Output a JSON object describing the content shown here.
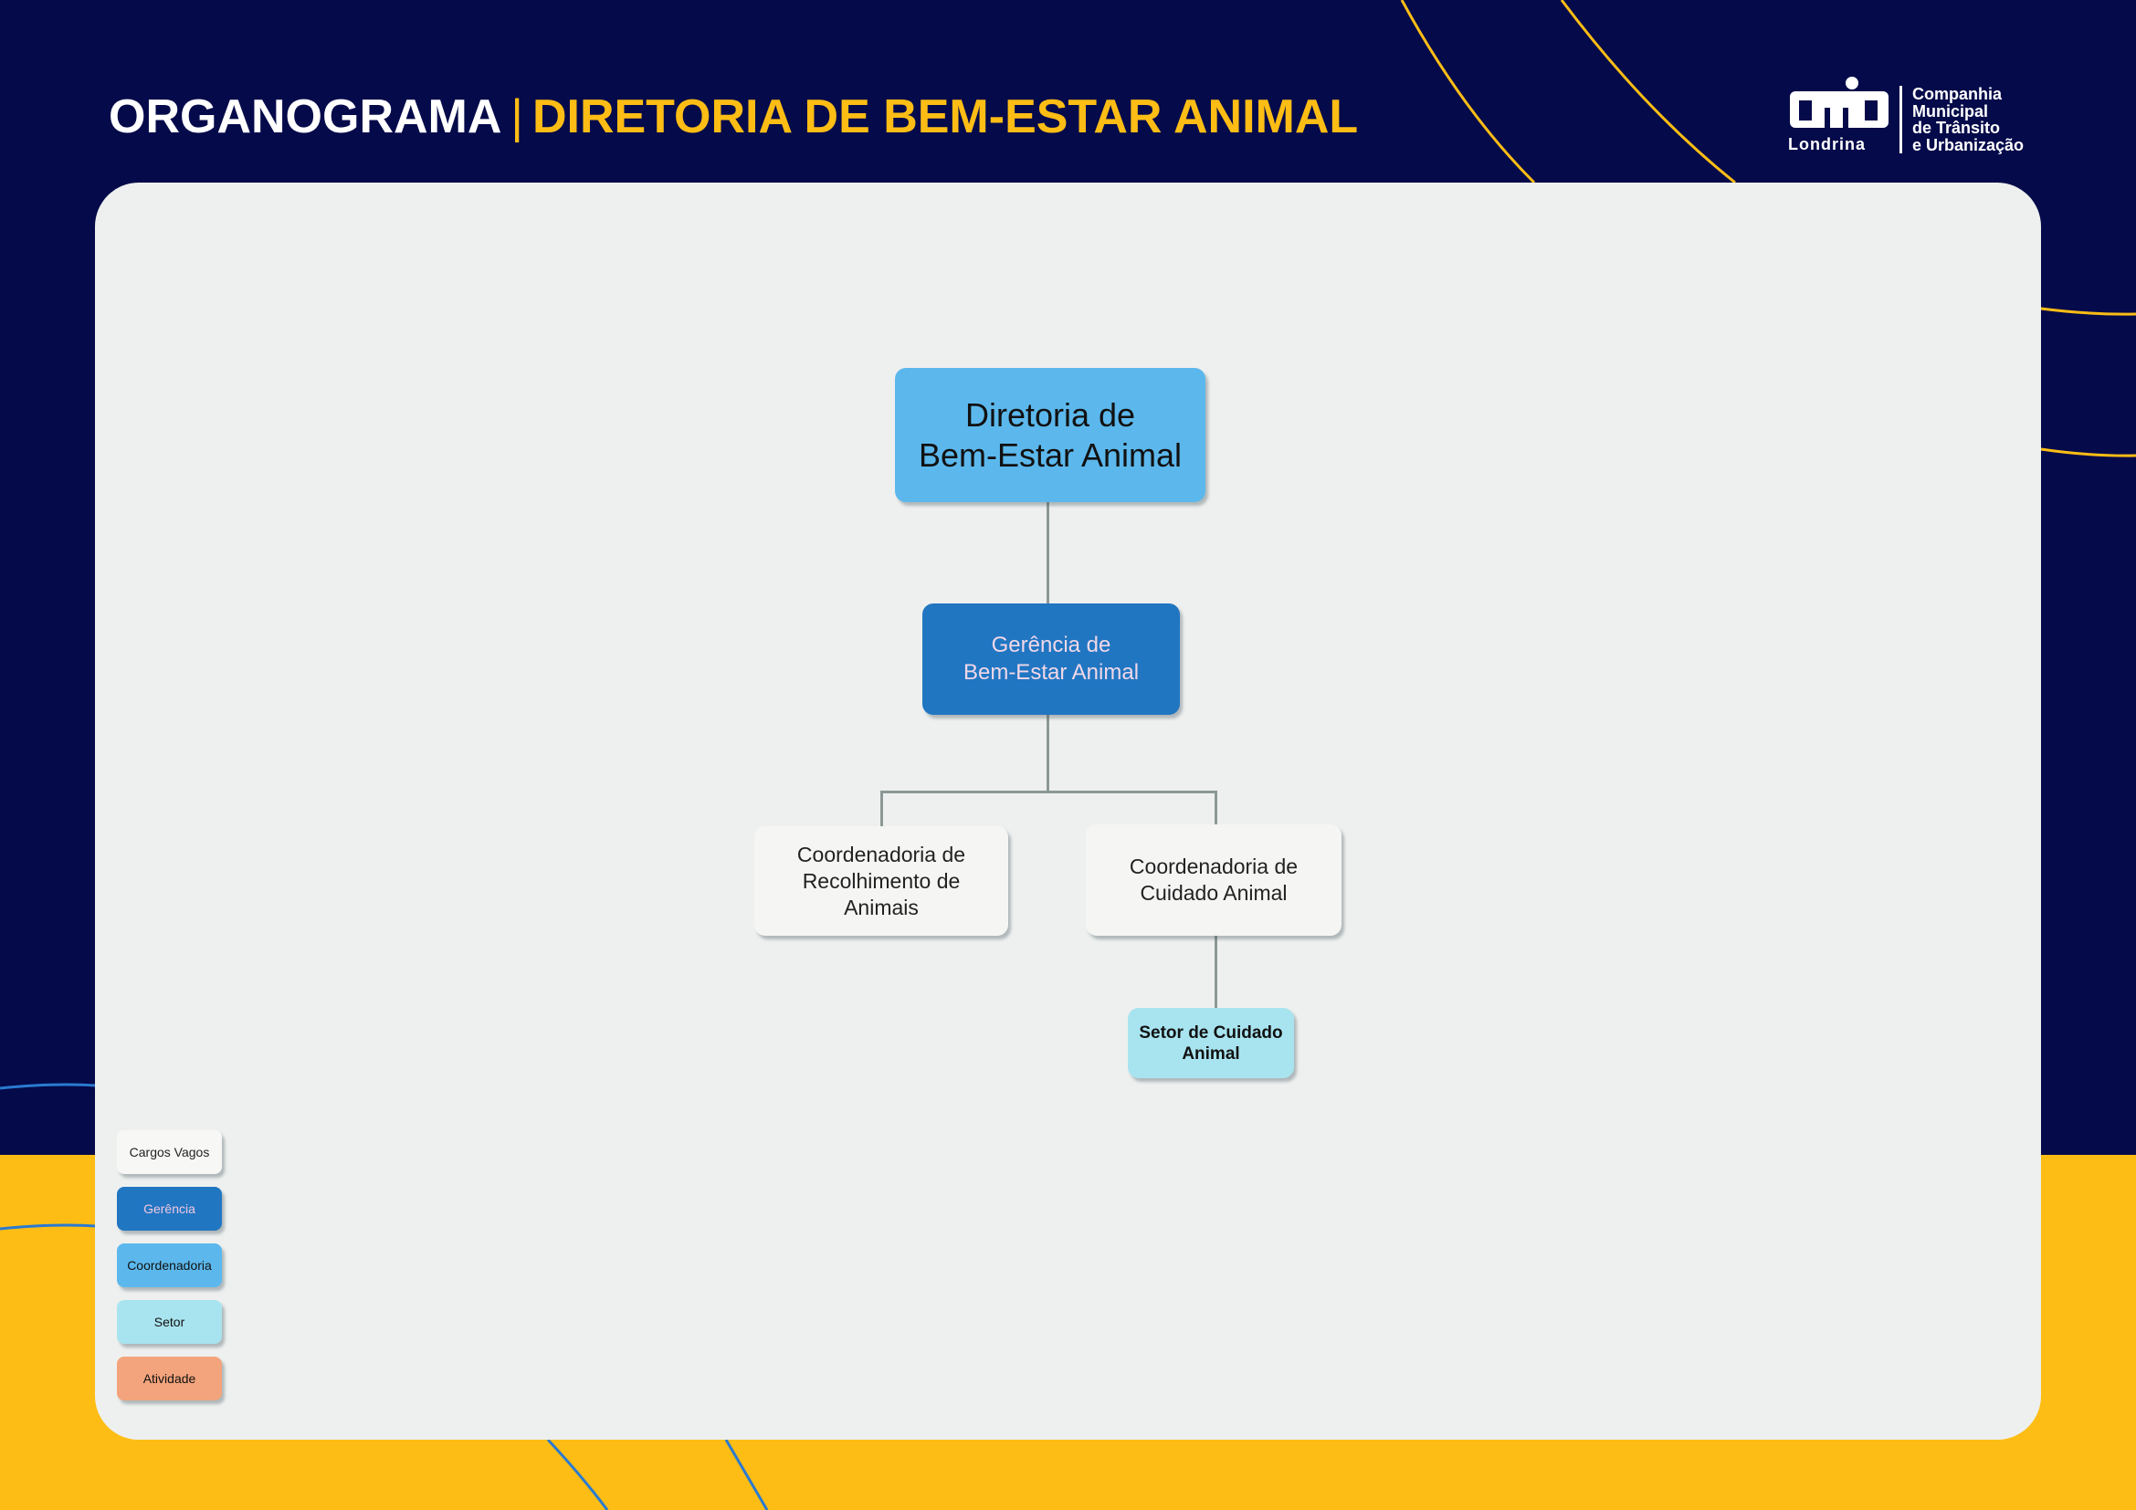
{
  "header": {
    "title_prefix": "ORGANOGRAMA",
    "separator": "|",
    "title_main": "DIRETORIA DE BEM-ESTAR ANIMAL"
  },
  "logo": {
    "lines": [
      "Companhia",
      "Municipal",
      "de Trânsito",
      "e Urbanização"
    ],
    "city": "Londrina"
  },
  "org": {
    "director": [
      "Diretoria de",
      "Bem-Estar Animal"
    ],
    "management": [
      "Gerência de",
      "Bem-Estar Animal"
    ],
    "coordination_1": [
      "Coordenadoria de",
      "Recolhimento de",
      "Animais"
    ],
    "coordination_2": [
      "Coordenadoria de",
      "Cuidado Animal"
    ],
    "sector": [
      "Setor de Cuidado",
      "Animal"
    ]
  },
  "legend": [
    {
      "label": "Cargos Vagos",
      "color": "#f7f8f6"
    },
    {
      "label": "Gerência",
      "color": "#2176c2"
    },
    {
      "label": "Coordenadoria",
      "color": "#5cb8ec"
    },
    {
      "label": "Setor",
      "color": "#a8e4ef"
    },
    {
      "label": "Atividade",
      "color": "#f3a47c"
    }
  ]
}
